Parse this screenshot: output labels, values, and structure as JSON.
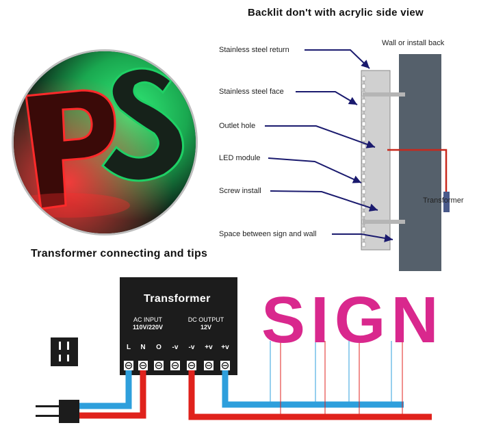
{
  "titles": {
    "side_view": "Backlit don't with acrylic side view",
    "transformer_section": "Transformer connecting and tips"
  },
  "photo": {
    "letters": [
      "P",
      "S"
    ],
    "colors": {
      "red": "#ff2a2a",
      "green": "#21d36b"
    }
  },
  "side_view": {
    "wall_label": "Wall or install back",
    "transformer_label": "Transformer",
    "callouts": [
      "Stainless steel return",
      "Stainless steel face",
      "Outlet hole",
      "LED module",
      "Screw install",
      "Space between sign and wall"
    ]
  },
  "transformer": {
    "title": "Transformer",
    "ac_input": "AC INPUT",
    "ac_voltage": "110V/220V",
    "dc_output": "DC OUTPUT",
    "dc_voltage": "12V",
    "terminals": [
      "L",
      "N",
      "O",
      "-v",
      "-v",
      "+v",
      "+v"
    ]
  },
  "sign_text": "SIGN",
  "colors": {
    "wire_red": "#e0221c",
    "wire_blue": "#2e9fdc",
    "sign_pink": "#d9288d",
    "wall": "#55606b"
  }
}
